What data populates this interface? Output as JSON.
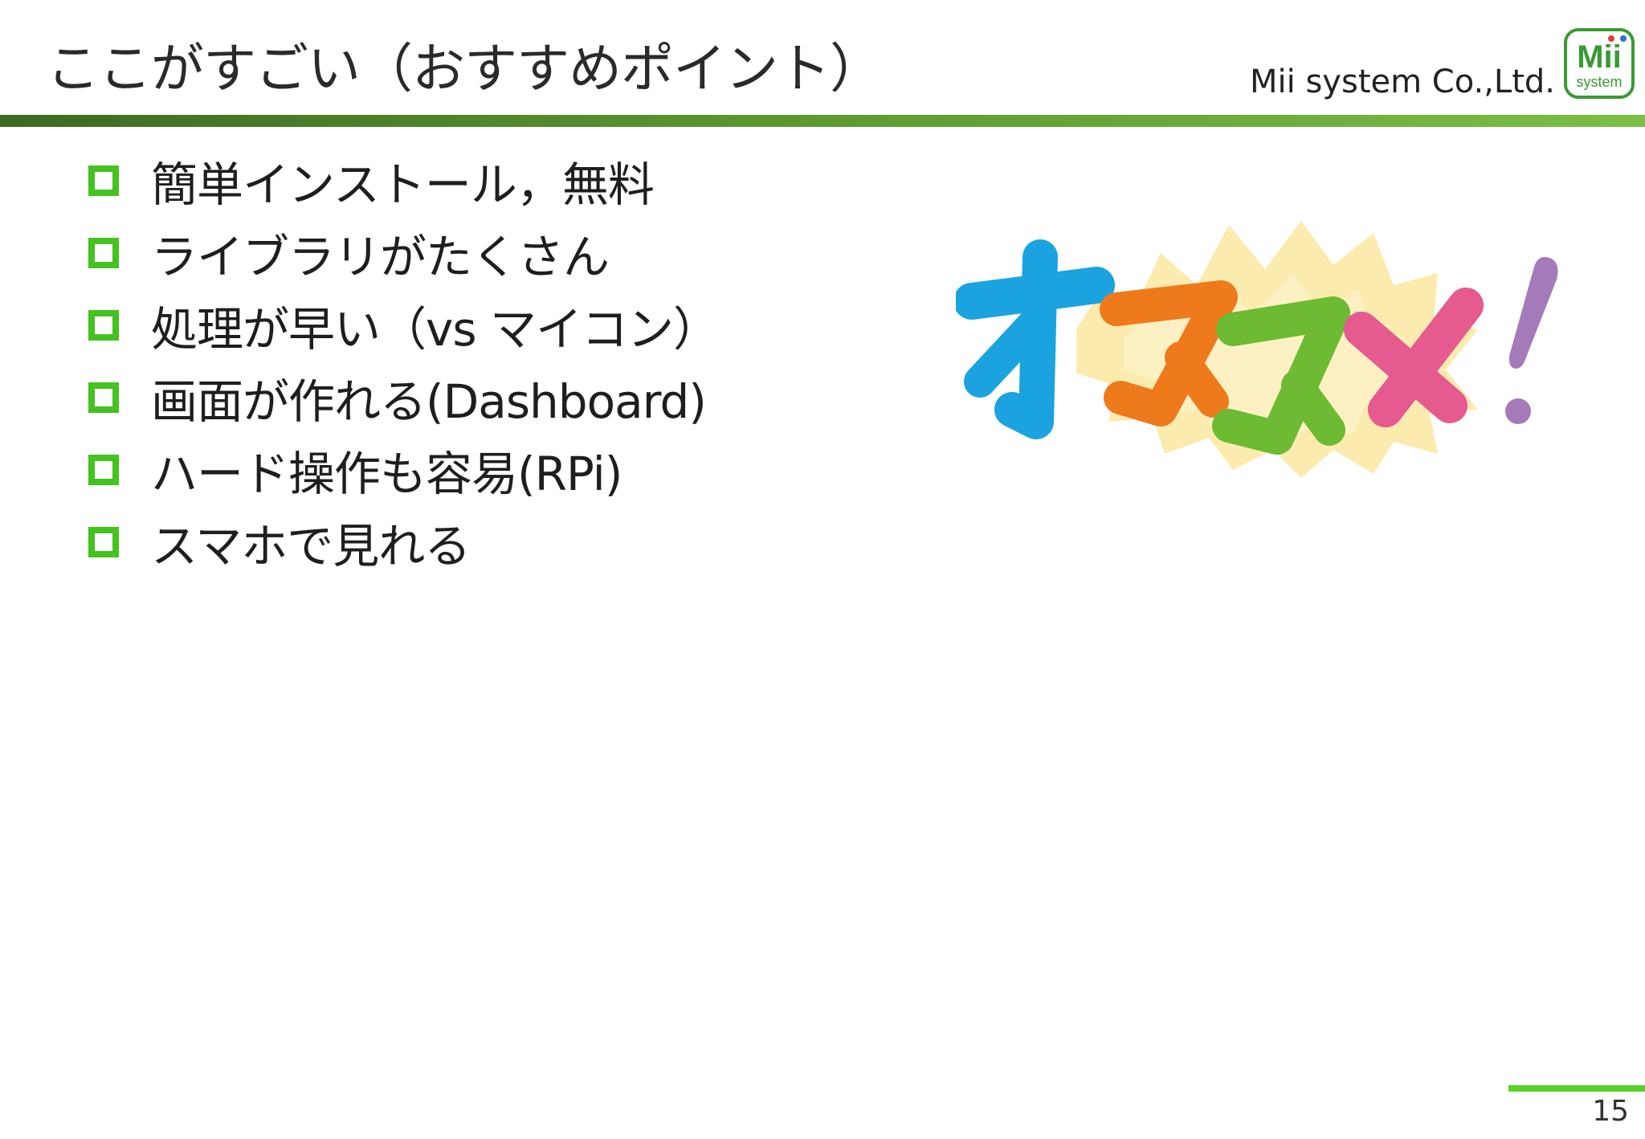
{
  "slide": {
    "title": "ここがすごい（おすすめポイント）",
    "page_number": "15"
  },
  "header": {
    "company": "Mii system Co.,Ltd.",
    "logo_text_top": "Mii",
    "logo_text_bottom": "system"
  },
  "bullets": [
    {
      "text": "簡単インストール，無料"
    },
    {
      "text": "ライブラリがたくさん"
    },
    {
      "text": "処理が早い（vs マイコン）"
    },
    {
      "text": "画面が作れる(Dashboard)"
    },
    {
      "text": "ハード操作も容易(RPi)"
    },
    {
      "text": "スマホで見れる"
    }
  ],
  "illustration": {
    "letters": [
      "オ",
      "ス",
      "ス",
      "メ",
      "!"
    ],
    "colors": {
      "o": "#1aa3df",
      "su1": "#ee7a1c",
      "su2": "#6dba33",
      "me": "#e55a8f",
      "excl": "#a57ab8",
      "burst": "#fbe7a1"
    }
  },
  "colors": {
    "bullet_green": "#44c21f",
    "rule_dark": "#3d6a22",
    "rule_light": "#7bbf45",
    "logo_green": "#3a9a35"
  }
}
